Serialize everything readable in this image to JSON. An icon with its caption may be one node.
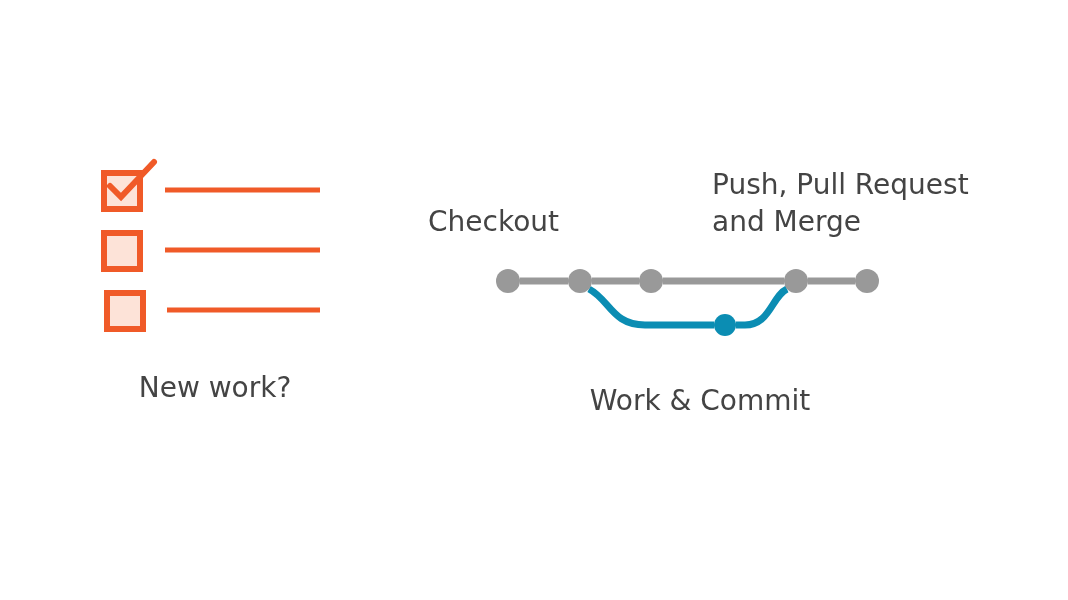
{
  "diagram": {
    "nodes": [
      {
        "text": [],
        "shape": "circle"
      },
      {
        "text": [],
        "shape": "circle",
        "beside": [
          "Checkout"
        ]
      },
      {
        "text": [],
        "shape": "circle"
      },
      {
        "text": [],
        "shape": "circle",
        "beside": [
          "Push, Pull Request and Merge"
        ]
      },
      {
        "text": [],
        "shape": "circle"
      },
      {
        "text": [],
        "shape": "circle",
        "beside": [
          "Work & Commit"
        ]
      }
    ],
    "edges": [
      {
        "from": 0,
        "to": 1,
        "arrow": "none"
      },
      {
        "from": 1,
        "to": 2,
        "arrow": "none"
      },
      {
        "from": 2,
        "to": 3,
        "arrow": "none"
      },
      {
        "from": 3,
        "to": 4,
        "arrow": "none"
      },
      {
        "from": 1,
        "to": 5,
        "arrow": "none",
        "color": "#0b8db3"
      },
      {
        "from": 5,
        "to": 3,
        "arrow": "none",
        "color": "#0b8db3"
      }
    ],
    "labels": [
      "New work?"
    ]
  }
}
